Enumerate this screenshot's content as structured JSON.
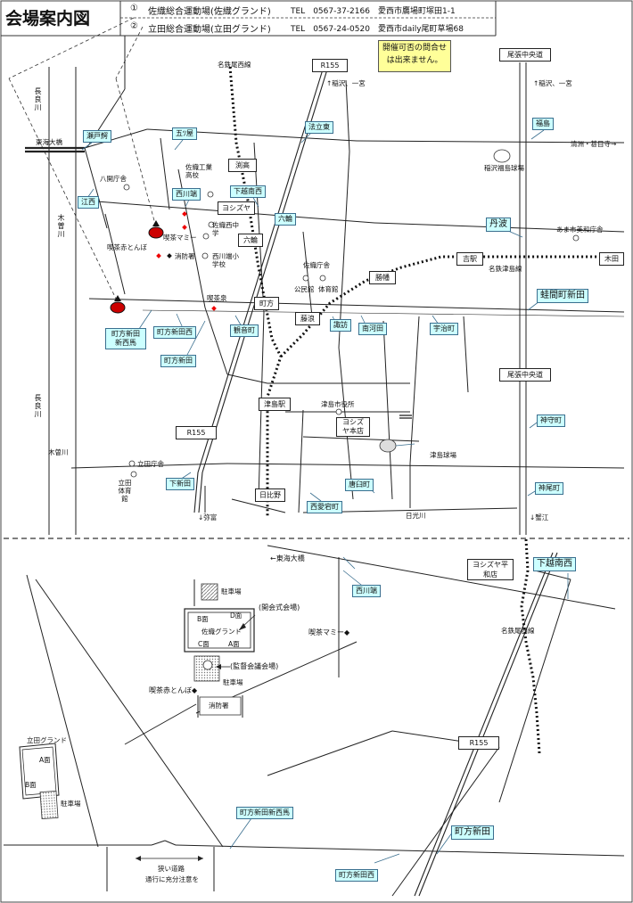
{
  "header": {
    "title": "会場案内図",
    "venues": [
      {
        "num": "①",
        "name": "佐織総合運動場(佐織グランド)",
        "tel": "TEL　0567-37-2166",
        "addr": "愛西市鷹場町塚田1-1"
      },
      {
        "num": "②",
        "name": "立田総合運動場(立田グランド)",
        "tel": "TEL　0567-24-0520",
        "addr": "愛西市daily尾町草場68"
      }
    ],
    "notice": "開催可否の問合せは出来ません。"
  },
  "upper_map": {
    "roads": {
      "r155_top": "R155",
      "r155_mid": "R155",
      "owari_top": "尾張中央道",
      "owari_mid": "尾張中央道",
      "nagoya_line": "名鉄尾西線",
      "tsushima_line": "名鉄津島線"
    },
    "directions": {
      "inazawa_left": "↑稲沢、一宮",
      "inazawa_right": "↑稲沢、一宮",
      "kiyosu": "清洲・甚目寺→",
      "yatomi": "↓弥富",
      "kanie": "↓蟹江"
    },
    "rivers": {
      "nagara": "長良川",
      "kiso": "木曽川",
      "nagara2": "長良川",
      "kiso2": "木曽川",
      "nikko": "日光川"
    },
    "boxes": {
      "nishiko": "渕高",
      "yoshizuya": "ヨシズヤ",
      "rokuwa": "六輪",
      "machikata": "町方",
      "kenha": "藤浪",
      "katsuhata": "勝幡",
      "kibi": "吉駅",
      "koden": "木田",
      "tsushima_sta": "津島駅",
      "yoshizuya_honten": "ヨシズヤ本店",
      "hibino": "日比野"
    },
    "cyan": {
      "seto": "瀬戸鰐",
      "goshoya": "五ﾂ屋",
      "hoki": "法立東",
      "fukushima": "福島",
      "tanba": "丹波",
      "kanie_s": "蛙間町新田",
      "nishikawabata": "西川端",
      "shimokoshi": "下越南西",
      "rokuwa_c": "六輪",
      "enishi": "江西",
      "kannon": "観音町",
      "machikata_shinden_nishi": "町方新田西",
      "machikata_shinden_nishiuma": "町方新田新西馬",
      "machikata_shinden": "町方新田",
      "suwa": "諏訪",
      "minamikawada": "南河田",
      "ujiyama": "宇治町",
      "jinmori": "神守町",
      "shimoshinden": "下新田",
      "karasumori": "唐臼町",
      "nishiaiduchi": "西愛宕町",
      "kamio": "神尾町"
    },
    "labels": {
      "higashi_kaido": "東海大橋",
      "hacchoya": "八開庁舎",
      "saori_kogyo": "佐織工業高校",
      "saori_nishi": "佐織西中学",
      "nishikawabata_es": "西川端小学校",
      "kissa_mami": "喫茶マミー",
      "kissa_tonbo": "喫茶赤とんぼ",
      "shoubou": "消防署",
      "kissa_izumi": "喫茶泉",
      "saori_chosha": "佐織庁舎",
      "kominkan": "公民館",
      "taiikukan": "体育館",
      "inazawa_fukushima": "稲沢福島球場",
      "ama_miwa": "あま市美和庁舎",
      "tsushima_shiyakusho": "津島市役所",
      "tsushima_kyujo": "津島球場",
      "tatsuta_chosha": "立田庁舎",
      "tatsuta_taiikukan": "立田体育館"
    }
  },
  "lower_map": {
    "higashi_kaido": "←東海大橋",
    "nishikawabata": "西川端",
    "yoshizuya_heiwa": "ヨシズヤ平和店",
    "shimokoshi": "下越南西",
    "nagoya_line": "名鉄尾西線",
    "parking1": "駐車場",
    "kaikaishiki": "(開会式会場)",
    "saori_ground": "佐織グランド",
    "b_face": "B面",
    "d_face": "D面",
    "c_face": "C面",
    "a_face": "A面",
    "kissa_mami": "喫茶マミー◆",
    "kantoku": "(監督会議会場)",
    "parking2": "駐車場",
    "kissa_tonbo": "喫茶赤とんぼ◆",
    "shoubou": "消防署",
    "r155": "R155",
    "tatsuta_ground": "立田グランド",
    "tatsuta_a": "A面",
    "tatsuta_b": "B面",
    "parking3": "駐車場",
    "machikata_shinden_nishiuma": "町方新田新西馬",
    "machikata_shinden": "町方新田",
    "machikata_shinden_nishi": "町方新田西",
    "narrow_road": "狭い道路",
    "caution": "通行に充分注意を"
  }
}
